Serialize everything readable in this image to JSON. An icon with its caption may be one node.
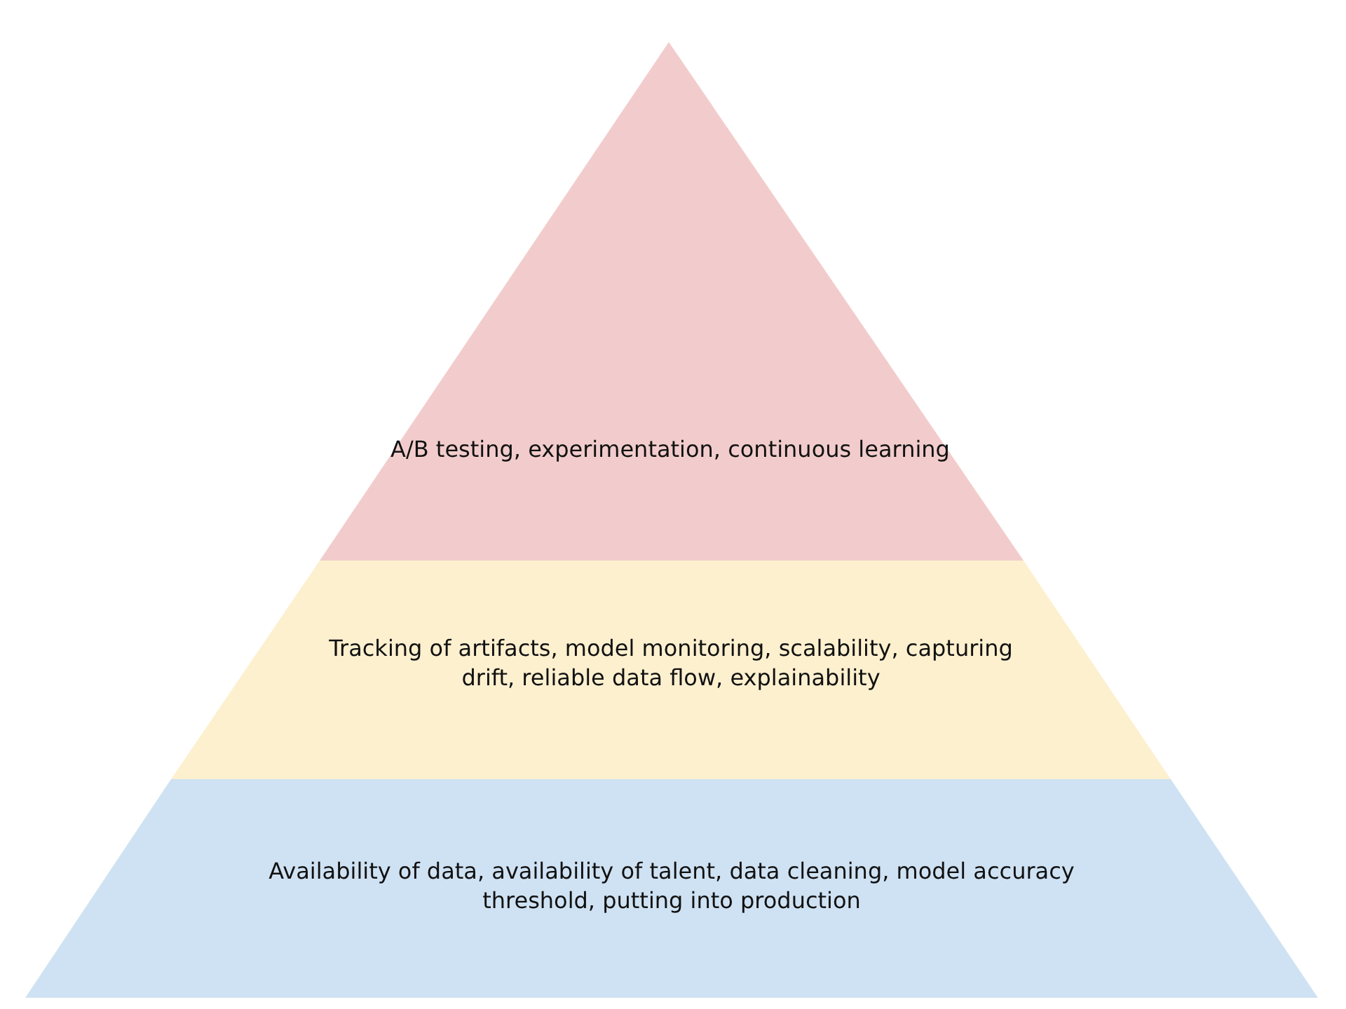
{
  "diagram": {
    "nodes": [
      {
        "text": [
          "A/B testing, experimentation, continuous learning"
        ]
      },
      {
        "text": [
          "Tracking of artifacts, model monitoring, scalability, capturing drift, reliable data flow, explainability"
        ]
      },
      {
        "text": [
          "Availability of data, availability of talent, data cleaning, model accuracy threshold, putting into production"
        ]
      }
    ]
  }
}
